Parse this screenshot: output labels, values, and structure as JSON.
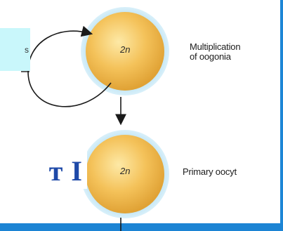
{
  "cells": [
    {
      "ploidy": "2n",
      "stage": "Multiplication\nof oogonia"
    },
    {
      "ploidy": "2n",
      "stage": "Primary oocyt"
    }
  ],
  "left_fragment_top": "s",
  "left_fragment_bottom": "т I",
  "colors": {
    "cell_core": "#f2b640",
    "cell_halo": "#bfe4f3",
    "overlay_cyan": "#c9f7fb",
    "overlay_text": "#1e49a8",
    "frame_blue": "#0b7fd3"
  }
}
